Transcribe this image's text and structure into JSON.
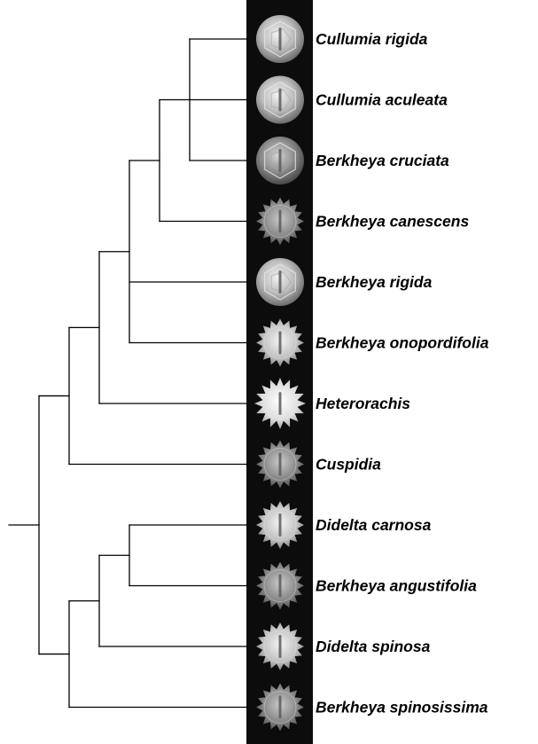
{
  "taxa": [
    {
      "label": "Cullumia rigida",
      "grain": "smooth"
    },
    {
      "label": "Cullumia aculeata",
      "grain": "smooth"
    },
    {
      "label": "Berkheya cruciata",
      "grain": "dark-smooth"
    },
    {
      "label": "Berkheya canescens",
      "grain": "spiny-dark"
    },
    {
      "label": "Berkheya rigida",
      "grain": "smooth"
    },
    {
      "label": "Berkheya onopordifolia",
      "grain": "spiny"
    },
    {
      "label": "Heterorachis",
      "grain": "spiny-bright"
    },
    {
      "label": "Cuspidia",
      "grain": "spiny-dark"
    },
    {
      "label": "Didelta carnosa",
      "grain": "spiny"
    },
    {
      "label": "Berkheya angustifolia",
      "grain": "spiny-dark"
    },
    {
      "label": "Didelta spinosa",
      "grain": "spiny"
    },
    {
      "label": "Berkheya spinosissima",
      "grain": "spiny-dark"
    }
  ],
  "tree": {
    "children": [
      {
        "children": [
          {
            "children": [
              {
                "children": [
                  {
                    "children": [
                      {
                        "children": [
                          {
                            "leaf": 0
                          },
                          {
                            "leaf": 1
                          },
                          {
                            "leaf": 2
                          }
                        ]
                      },
                      {
                        "leaf": 3
                      }
                    ]
                  },
                  {
                    "leaf": 4
                  },
                  {
                    "leaf": 5
                  }
                ]
              },
              {
                "leaf": 6
              }
            ]
          },
          {
            "leaf": 7
          }
        ]
      },
      {
        "children": [
          {
            "children": [
              {
                "children": [
                  {
                    "leaf": 8
                  },
                  {
                    "leaf": 9
                  }
                ]
              },
              {
                "leaf": 10
              }
            ]
          },
          {
            "leaf": 11
          }
        ]
      }
    ]
  },
  "colors": {
    "line": "#000000",
    "panel": "#0c0c0c",
    "grain_light": "#e8e8e8",
    "grain_mid": "#a9a9a9",
    "grain_dark": "#5a5a5a"
  }
}
